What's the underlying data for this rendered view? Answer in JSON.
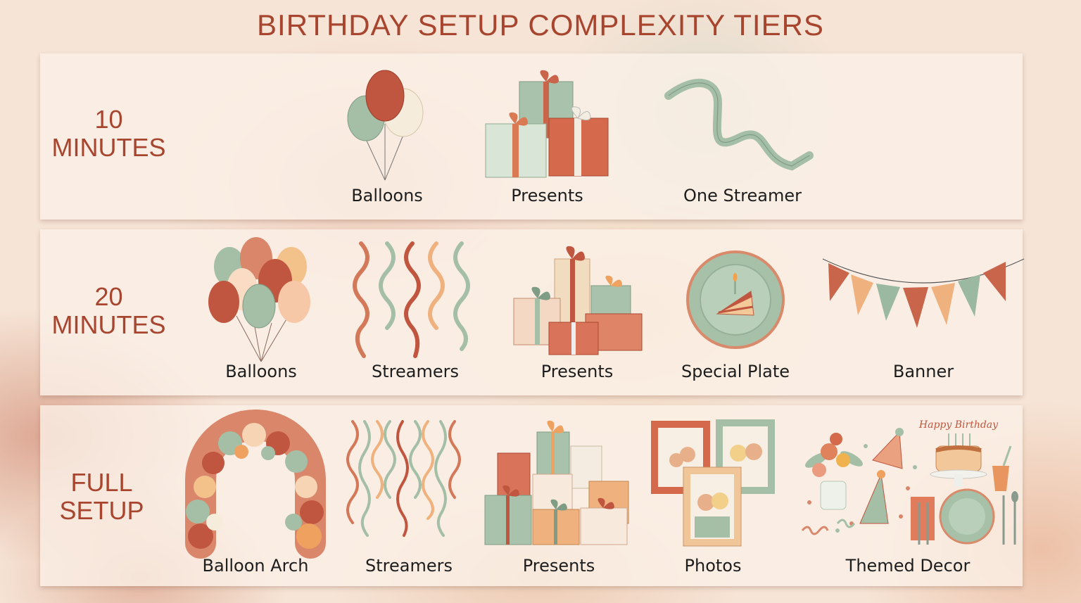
{
  "title": "BIRTHDAY SETUP COMPLEXITY TIERS",
  "colors": {
    "accent": "#a8452f",
    "terracotta": "#c8654a",
    "sage": "#9bb8a0",
    "peach": "#f2c29a",
    "cream": "#f7ecdc",
    "label_text": "#1d1d1d"
  },
  "tiers": [
    {
      "label_line1": "10",
      "label_line2": "MINUTES",
      "items": [
        {
          "label": "Balloons",
          "icon": "balloons-icon"
        },
        {
          "label": "Presents",
          "icon": "presents-icon"
        },
        {
          "label": "One Streamer",
          "icon": "streamer-icon"
        }
      ]
    },
    {
      "label_line1": "20",
      "label_line2": "MINUTES",
      "items": [
        {
          "label": "Balloons",
          "icon": "balloon-bunch-icon"
        },
        {
          "label": "Streamers",
          "icon": "streamers-icon"
        },
        {
          "label": "Presents",
          "icon": "presents-stack-icon"
        },
        {
          "label": "Special Plate",
          "icon": "cake-plate-icon"
        },
        {
          "label": "Banner",
          "icon": "bunting-banner-icon"
        }
      ]
    },
    {
      "label_line1": "FULL",
      "label_line2": "SETUP",
      "items": [
        {
          "label": "Balloon Arch",
          "icon": "balloon-arch-icon"
        },
        {
          "label": "Streamers",
          "icon": "streamers-many-icon"
        },
        {
          "label": "Presents",
          "icon": "presents-pile-icon"
        },
        {
          "label": "Photos",
          "icon": "photo-frames-icon"
        },
        {
          "label": "Themed Decor",
          "icon": "themed-decor-icon",
          "cake_topper": "Happy Birthday"
        }
      ]
    }
  ]
}
